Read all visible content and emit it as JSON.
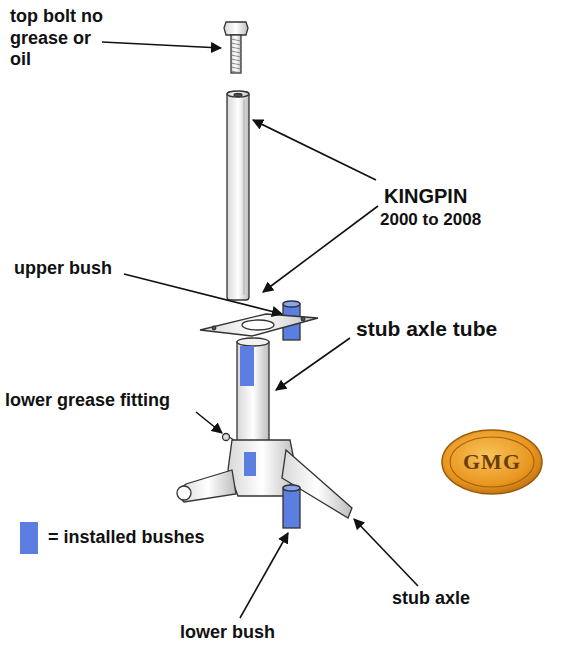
{
  "diagram": {
    "labels": [
      "top bolt no grease or oil",
      "KINGPIN",
      "2000 to 2008",
      "upper bush",
      "stub axle tube",
      "lower grease fitting",
      "lower bush",
      "stub axle",
      "GMG"
    ],
    "legend": [
      {
        "text": "= installed bushes",
        "color": "#5b7ee0"
      }
    ]
  }
}
